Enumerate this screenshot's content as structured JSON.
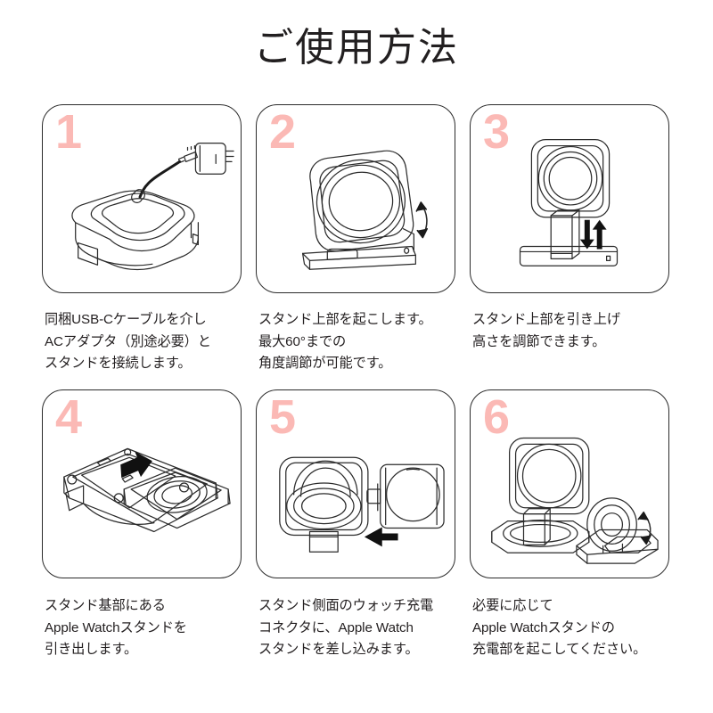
{
  "page": {
    "title": "ご使用方法",
    "background_color": "#ffffff",
    "number_color": "#fbb9b5",
    "line_color": "#2b2b2b",
    "text_color": "#231f20"
  },
  "steps": [
    {
      "number": "1",
      "figure_name": "stand-folded-with-ac-adapter",
      "caption": "同梱USB-Cケーブルを介し\nACアダプタ（別途必要）と\nスタンドを接続します。"
    },
    {
      "number": "2",
      "figure_name": "stand-top-tilting-rotation-arrow",
      "caption": "スタンド上部を起こします。\n最大60°までの\n角度調節が可能です。"
    },
    {
      "number": "3",
      "figure_name": "stand-height-adjust-updown-arrows",
      "caption": "スタンド上部を引き上げ\n高さを調節できます。"
    },
    {
      "number": "4",
      "figure_name": "base-underside-watch-tray-sliding-out",
      "caption": "スタンド基部にある\nApple Watchスタンドを\n引き出します。"
    },
    {
      "number": "5",
      "figure_name": "watch-module-insert-into-side-connector",
      "caption": "スタンド側面のウォッチ充電\nコネクタに、Apple Watch\nスタンドを差し込みます。"
    },
    {
      "number": "6",
      "figure_name": "assembled-stand-watch-puck-tilt-up",
      "caption": "必要に応じて\nApple Watchスタンドの\n充電部を起こしてください。"
    }
  ]
}
